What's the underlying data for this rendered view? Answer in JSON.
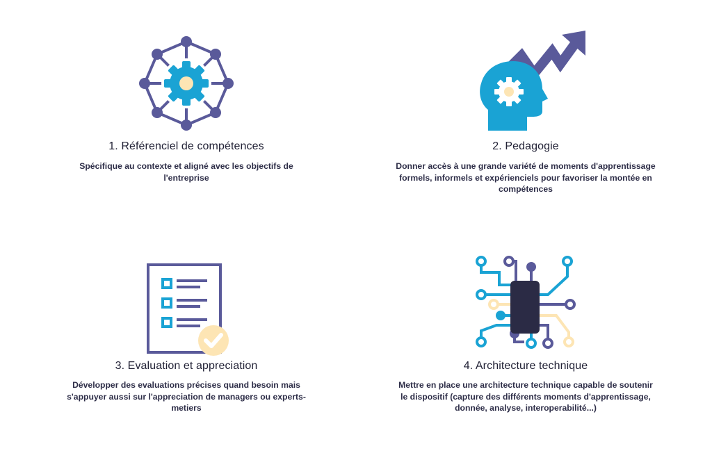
{
  "colors": {
    "navy": "#5a5a9a",
    "blue": "#1aa3d4",
    "cream": "#fde5b4",
    "dark": "#2b2b45"
  },
  "cards": [
    {
      "icon": "network-gear-icon",
      "title": "1. Référenciel de compétences",
      "description": "Spécifique au contexte et aligné avec les objectifs de l'entreprise"
    },
    {
      "icon": "head-gear-growth-icon",
      "title": "2. Pedagogie",
      "description": "Donner accès à une grande variété de moments d'apprentissage formels, informels et expérienciels pour favoriser la montée en compétences"
    },
    {
      "icon": "checklist-icon",
      "title": "3. Evaluation et appreciation",
      "description": "Développer des evaluations précises quand besoin mais s'appuyer aussi sur l'appreciation de managers ou experts-metiers"
    },
    {
      "icon": "circuit-chip-icon",
      "title": "4. Architecture technique",
      "description": "Mettre en place une architecture technique capable de soutenir le dispositif (capture des différents moments d'apprentissage, donnée, analyse, interoperabilité...)"
    }
  ]
}
